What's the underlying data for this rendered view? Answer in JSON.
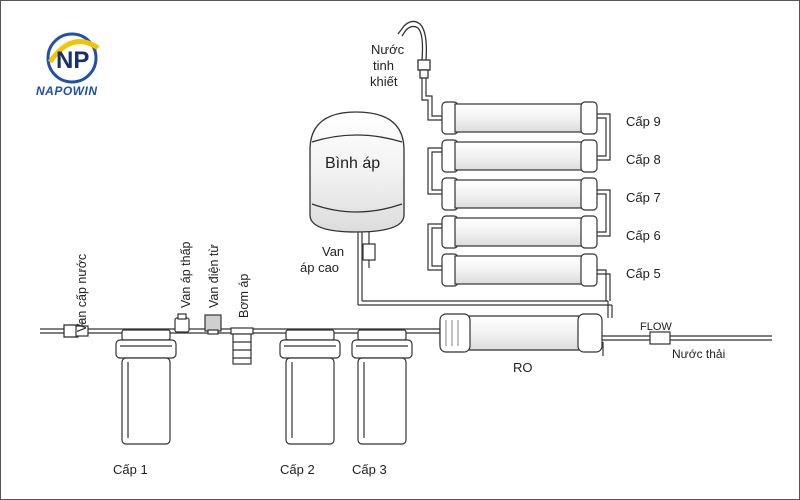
{
  "brand": {
    "logo_initials": "NP",
    "name": "NAPOWIN",
    "colors": {
      "blue": "#1f4fb0",
      "yellow": "#f5c400",
      "dark": "#1a2f6b"
    }
  },
  "labels": {
    "pure_water": [
      "Nước",
      "tinh",
      "khiết"
    ],
    "pressure_tank": "Bình áp",
    "high_pressure_valve": [
      "Van",
      "áp cao"
    ],
    "inlet_valve": "Van cấp nước",
    "low_pressure_valve": "Van áp thấp",
    "solenoid_valve": "Van điện từ",
    "pump": "Bơm áp",
    "ro": "RO",
    "flow": "FLOW",
    "waste_water": "Nước thải",
    "stage_1": "Cấp 1",
    "stage_2": "Cấp 2",
    "stage_3": "Cấp 3",
    "stage_5": "Cấp 5",
    "stage_6": "Cấp 6",
    "stage_7": "Cấp 7",
    "stage_8": "Cấp 8",
    "stage_9": "Cấp 9"
  },
  "colors": {
    "line": "#333333",
    "fill": "#ffffff",
    "shade": "#e6e6e6"
  }
}
